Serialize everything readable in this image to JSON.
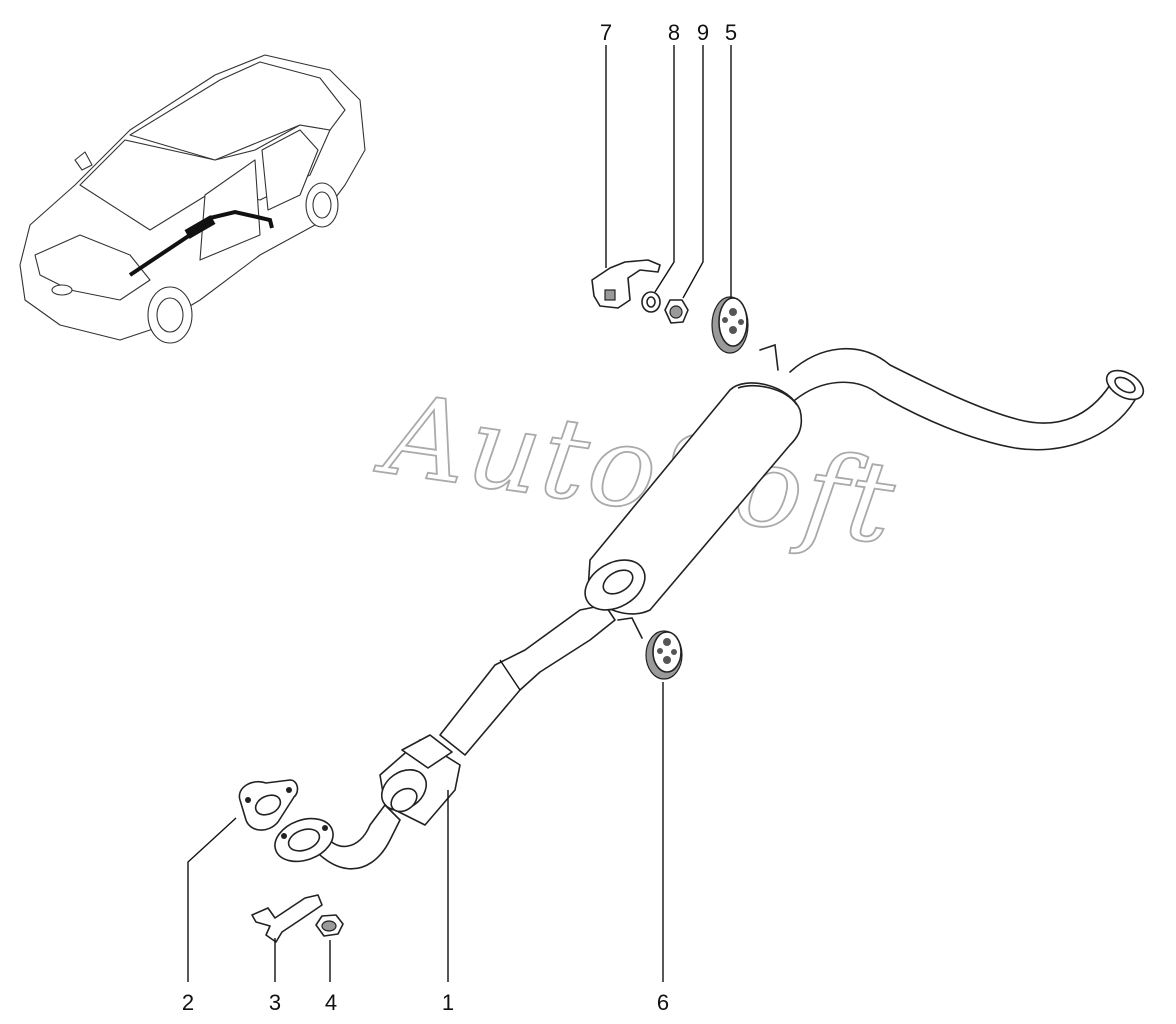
{
  "watermark": "AutoSoft",
  "callouts": [
    {
      "id": "c1",
      "text": "1"
    },
    {
      "id": "c2",
      "text": "2"
    },
    {
      "id": "c3",
      "text": "3"
    },
    {
      "id": "c4",
      "text": "4"
    },
    {
      "id": "c5",
      "text": "5"
    },
    {
      "id": "c6",
      "text": "6"
    },
    {
      "id": "c7",
      "text": "7"
    },
    {
      "id": "c8",
      "text": "8"
    },
    {
      "id": "c9",
      "text": "9"
    }
  ]
}
